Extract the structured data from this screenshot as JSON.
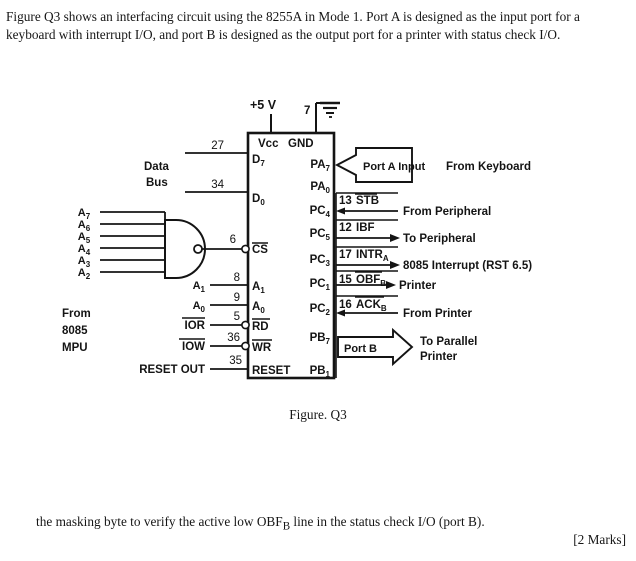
{
  "document": {
    "intro_paragraph": "Figure Q3 shows an interfacing circuit using the 8255A in Mode 1. Port A is designed as the input port for a keyboard with interrupt I/O, and port B is designed as the output port for a printer with status check I/O.",
    "figure_caption": "Figure. Q3",
    "tail_paragraph": "the masking byte to verify the active low OBFB line in the status check I/O (port B).",
    "marks": "[2 Marks]"
  },
  "figure": {
    "title": "8255A interfacing circuit, Mode 1",
    "power": {
      "supply_label": "+5 V",
      "vcc_label": "Vcc",
      "gnd_label": "GND",
      "gnd_pin": "7"
    },
    "chip": {
      "left_pins": [
        {
          "pin": "27",
          "name": "D7",
          "sub": "7"
        },
        {
          "pin": "34",
          "name": "D0",
          "sub": "0"
        },
        {
          "pin": "6",
          "name": "CS",
          "overline": true,
          "bubble": true
        },
        {
          "pin": "8",
          "name": "A1",
          "sub": "1"
        },
        {
          "pin": "9",
          "name": "A0",
          "sub": "0"
        },
        {
          "pin": "5",
          "name": "RD",
          "overline": true,
          "bubble": true
        },
        {
          "pin": "36",
          "name": "WR",
          "overline": true,
          "bubble": true
        },
        {
          "pin": "35",
          "name": "RESET"
        }
      ],
      "right_pins": [
        {
          "name": "PA7",
          "sub": "7"
        },
        {
          "name": "PA0",
          "sub": "0"
        },
        {
          "name": "PC4",
          "sub": "4"
        },
        {
          "name": "PC5",
          "sub": "5"
        },
        {
          "name": "PC3",
          "sub": "3"
        },
        {
          "name": "PC1",
          "sub": "1"
        },
        {
          "name": "PC2",
          "sub": "2"
        },
        {
          "name": "PB7",
          "sub": "7"
        },
        {
          "name": "PB1",
          "sub": "1"
        }
      ]
    },
    "data_bus": {
      "line1": "Data",
      "line2": "Bus"
    },
    "address_decoder": {
      "type": "NAND",
      "inputs": [
        "A7",
        "A6",
        "A5",
        "A4",
        "A3",
        "A2"
      ]
    },
    "mpu_source": {
      "line1": "From",
      "line2": "8085",
      "line3": "MPU"
    },
    "control_inputs": [
      {
        "label": "A1",
        "sub": "1"
      },
      {
        "label": "A0",
        "sub": "0"
      },
      {
        "label": "IOR",
        "overline": true
      },
      {
        "label": "IOW",
        "overline": true
      },
      {
        "label": "RESET OUT",
        "overline": false
      }
    ],
    "port_a": {
      "box_label": "Port A Input",
      "peripheral": "From Keyboard"
    },
    "port_b": {
      "box_label": "Port B",
      "peripheral_line1": "To Parallel",
      "peripheral_line2": "Printer"
    },
    "handshake_signals": [
      {
        "pin": "13",
        "name": "STB",
        "overline": true,
        "sub": "",
        "description": "From Peripheral",
        "direction": "in"
      },
      {
        "pin": "12",
        "name": "IBF",
        "overline": false,
        "sub": "",
        "description": "To Peripheral",
        "direction": "out"
      },
      {
        "pin": "17",
        "name": "INTR",
        "overline": false,
        "sub": "A",
        "description": "8085 Interrupt (RST 6.5)",
        "direction": "out"
      },
      {
        "pin": "15",
        "name": "OBF",
        "overline": true,
        "sub": "B",
        "description": "Printer",
        "direction": "out"
      },
      {
        "pin": "16",
        "name": "ACK",
        "overline": true,
        "sub": "B",
        "description": "From Printer",
        "direction": "in"
      }
    ]
  }
}
